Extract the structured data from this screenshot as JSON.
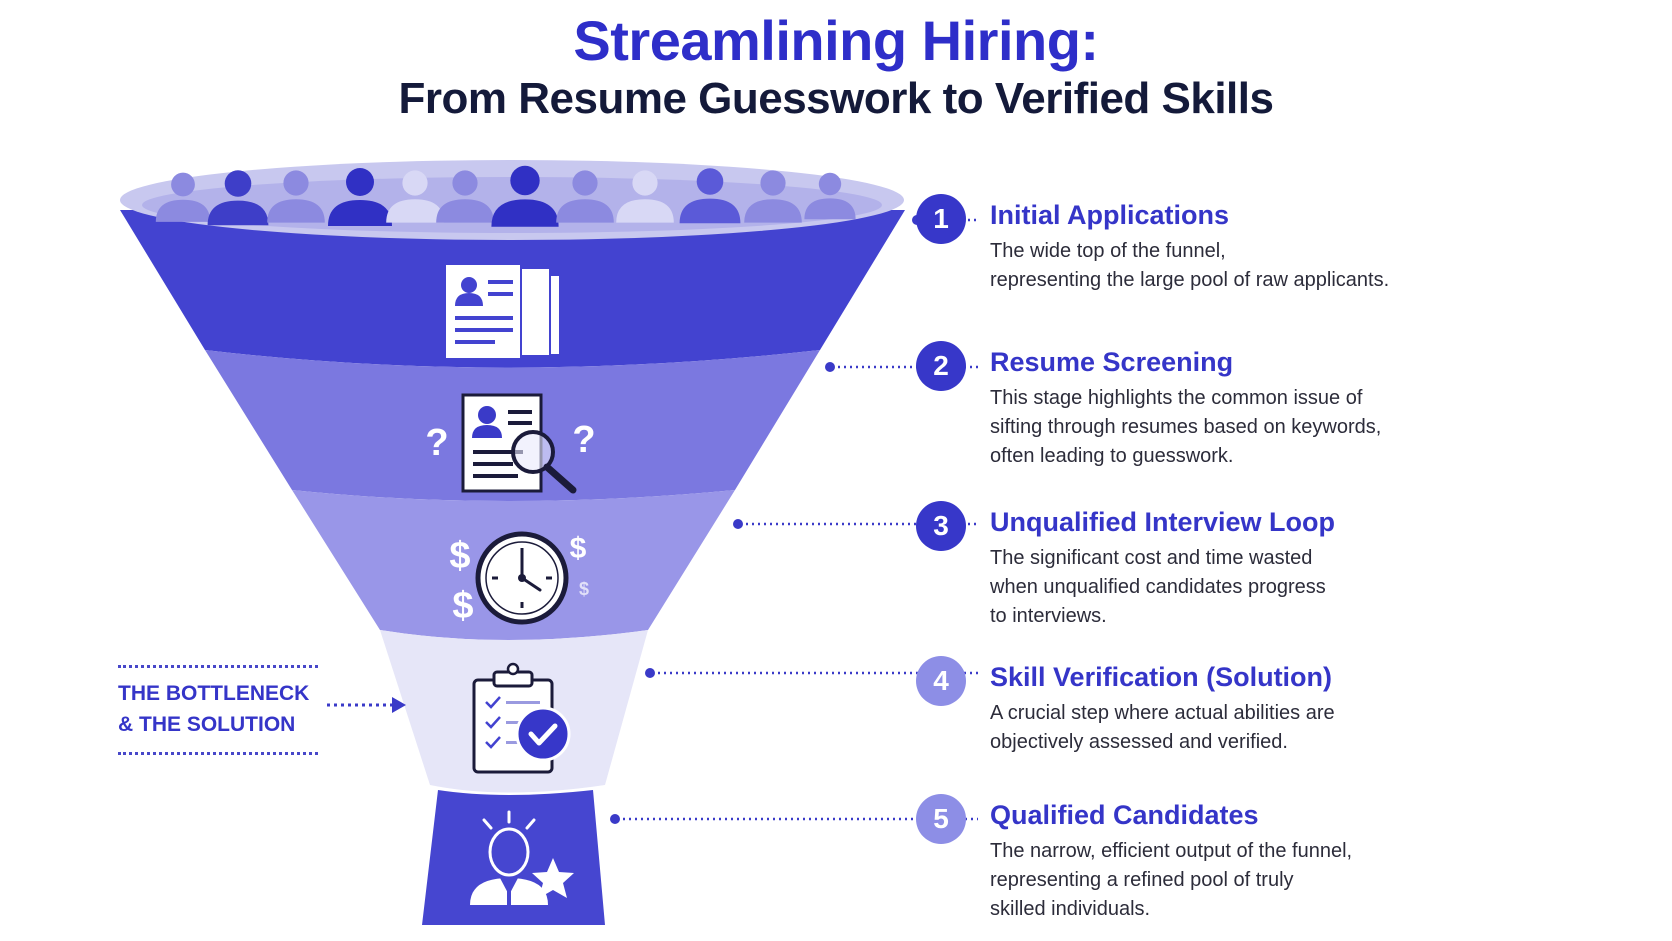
{
  "title": "Streamlining Hiring:",
  "subtitle": "From Resume Guesswork to Verified Skills",
  "stages": [
    {
      "number": "1",
      "title": "Initial Applications",
      "lines": [
        "The wide top of the funnel,",
        "representing the large pool of raw applicants."
      ],
      "icon": "applications-documents-icon"
    },
    {
      "number": "2",
      "title": "Resume Screening",
      "lines": [
        "This stage highlights the common issue of",
        "sifting through resumes based on keywords,",
        "often leading to guesswork."
      ],
      "icon": "resume-magnifier-icon"
    },
    {
      "number": "3",
      "title": "Unqualified Interview Loop",
      "lines": [
        "The significant cost and time wasted",
        "when unqualified candidates progress",
        "to interviews."
      ],
      "icon": "clock-money-icon"
    },
    {
      "number": "4",
      "title": "Skill Verification (Solution)",
      "lines": [
        "A crucial step where actual abilities are",
        "objectively assessed and verified."
      ],
      "icon": "clipboard-check-icon"
    },
    {
      "number": "5",
      "title": "Qualified Candidates",
      "lines": [
        "The narrow, efficient output of the funnel,",
        "representing a refined pool of truly",
        "skilled individuals."
      ],
      "icon": "candidate-star-icon"
    }
  ],
  "bottleneck": {
    "line1": "THE BOTTLENECK",
    "line2": "& THE SOLUTION"
  },
  "question_mark": "?",
  "dollar_sign": "$",
  "colors": {
    "title": "#2e2ec9",
    "subtitle": "#141a3a",
    "stage1": "#4343d0",
    "stage2": "#7b78e0",
    "stage3": "#9996e8",
    "stage4": "#e6e6f8",
    "stage5": "#4646d0",
    "badge_dark": "#3737c9",
    "badge_light": "#8d8ee6"
  }
}
